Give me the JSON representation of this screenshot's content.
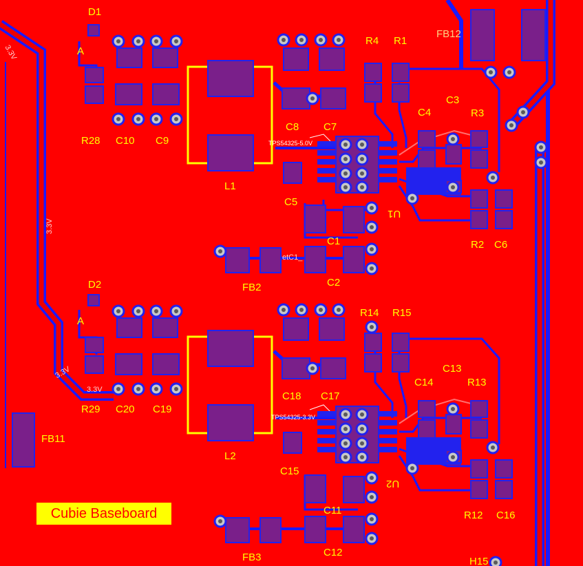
{
  "board": {
    "title": "Cubie Baseboard",
    "background_color": "#ff0000",
    "copper_color": "#2222ee",
    "pad_color": "#7a1f8a",
    "silkscreen_color": "#ffff00"
  },
  "labels": {
    "d1": "D1",
    "a1": "A",
    "r28": "R28",
    "c10": "C10",
    "c9": "C9",
    "l1": "L1",
    "c8": "C8",
    "c7": "C7",
    "c5": "C5",
    "c1": "C1",
    "c2": "C2",
    "fb2": "FB2",
    "r4": "R4",
    "r1": "R1",
    "c4": "C4",
    "c3": "C3",
    "r3": "R3",
    "r2": "R2",
    "c6": "C6",
    "u1": "U1",
    "fb12": "FB12",
    "d2": "D2",
    "a2": "A",
    "r29": "R29",
    "c20": "C20",
    "c19": "C19",
    "l2": "L2",
    "c18": "C18",
    "c17": "C17",
    "c15": "C15",
    "c11": "C11",
    "c12": "C12",
    "fb3": "FB3",
    "r14": "R14",
    "r15": "R15",
    "c14": "C14",
    "c13": "C13",
    "r13": "R13",
    "r12": "R12",
    "c16": "C16",
    "u2": "U2",
    "fb11": "FB11",
    "h15": "H15"
  },
  "nets": {
    "v33_a": "3.3V",
    "v33_b": "3.3V",
    "v33_c": "3.3V",
    "v33_d": "3.3V",
    "netc1": "etC1_"
  },
  "ic_labels": {
    "u1_part": "TPS54325-5.0V",
    "u2_part": "TPS54325-3.3V"
  }
}
